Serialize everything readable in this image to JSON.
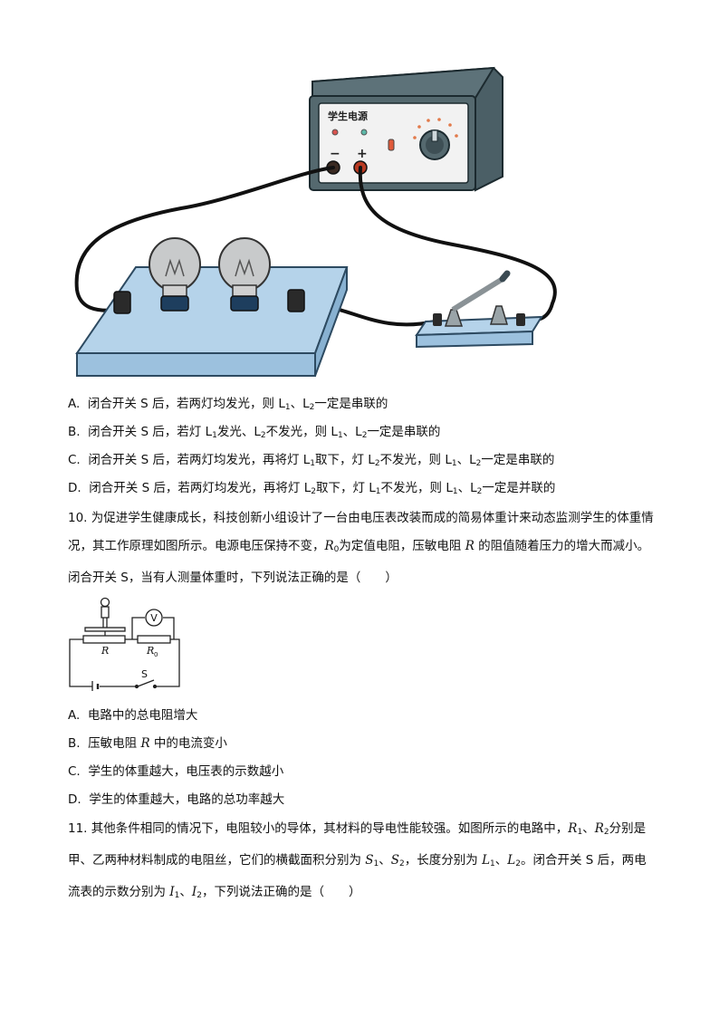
{
  "figure1": {
    "power_supply_label": "学生电源",
    "minus_sign": "−",
    "plus_sign": "+"
  },
  "q9_options": [
    {
      "letter": "A.",
      "p1": "闭合开关 S 后，若两灯均发光，则 L",
      "s1": "1",
      "p2": "、L",
      "s2": "2",
      "p3": "一定是串联的"
    },
    {
      "letter": "B.",
      "p1": "闭合开关 S 后，若灯 L",
      "s1": "1",
      "p2": "发光、L",
      "s2": "2",
      "p3": "不发光，则 L",
      "s3": "1",
      "p4": "、L",
      "s4": "2",
      "p5": "一定是串联的"
    },
    {
      "letter": "C.",
      "p1": "闭合开关 S 后，若两灯均发光，再将灯 L",
      "s1": "1",
      "p2": "取下，灯 L",
      "s2": "2",
      "p3": "不发光，则 L",
      "s3": "1",
      "p4": "、L",
      "s4": "2",
      "p5": "一定是串联的"
    },
    {
      "letter": "D.",
      "p1": "闭合开关 S 后，若两灯均发光，再将灯 L",
      "s1": "2",
      "p2": "取下，灯 L",
      "s2": "1",
      "p3": "不发光，则 L",
      "s3": "1",
      "p4": "、L",
      "s4": "2",
      "p5": "一定是并联的"
    }
  ],
  "q10": {
    "number": "10.",
    "t1": "为促进学生健康成长，科技创新小组设计了一台由电压表改装而成的简易体重计来动态监测学生的体重情况，其工作原理如图所示。电源电压保持不变，",
    "r0_var": "R",
    "r0_sub": "0",
    "t2": "为定值电阻，压敏电阻 ",
    "r_var": "R",
    "t3": " 的阻值随着压力的增大而减小。闭合开关 S，当有人测量体重时，下列说法正确的是（　　）",
    "figure": {
      "v_label": "V",
      "r_label": "R",
      "r0_label": "R",
      "r0_sub": "0",
      "s_label": "S"
    },
    "options": [
      {
        "letter": "A.",
        "p1": "电路中的总电阻增大"
      },
      {
        "letter": "B.",
        "p1": "压敏电阻 ",
        "var": "R",
        "p2": " 中的电流变小"
      },
      {
        "letter": "C.",
        "p1": "学生的体重越大，电压表的示数越小"
      },
      {
        "letter": "D.",
        "p1": "学生的体重越大，电路的总功率越大"
      }
    ]
  },
  "q11": {
    "number": "11.",
    "t1": "其他条件相同的情况下，电阻较小的导体，其材料的导电性能较强。如图所示的电路中，",
    "v1": "R",
    "v1s": "1",
    "sep1": "、",
    "v2": "R",
    "v2s": "2",
    "t2": "分别是甲、乙两种材料制成的电阻丝，它们的横截面积分别为 ",
    "v3": "S",
    "v3s": "1",
    "sep2": "、",
    "v4": "S",
    "v4s": "2",
    "t3": "，长度分别为 ",
    "v5": "L",
    "v5s": "1",
    "sep3": "、",
    "v6": "L",
    "v6s": "2",
    "t4": "。闭合开关 S 后，两电流表的示数分别为 ",
    "v7": "I",
    "v7s": "1",
    "sep4": "、",
    "v8": "I",
    "v8s": "2",
    "t5": "，下列说法正确的是（　　）"
  }
}
